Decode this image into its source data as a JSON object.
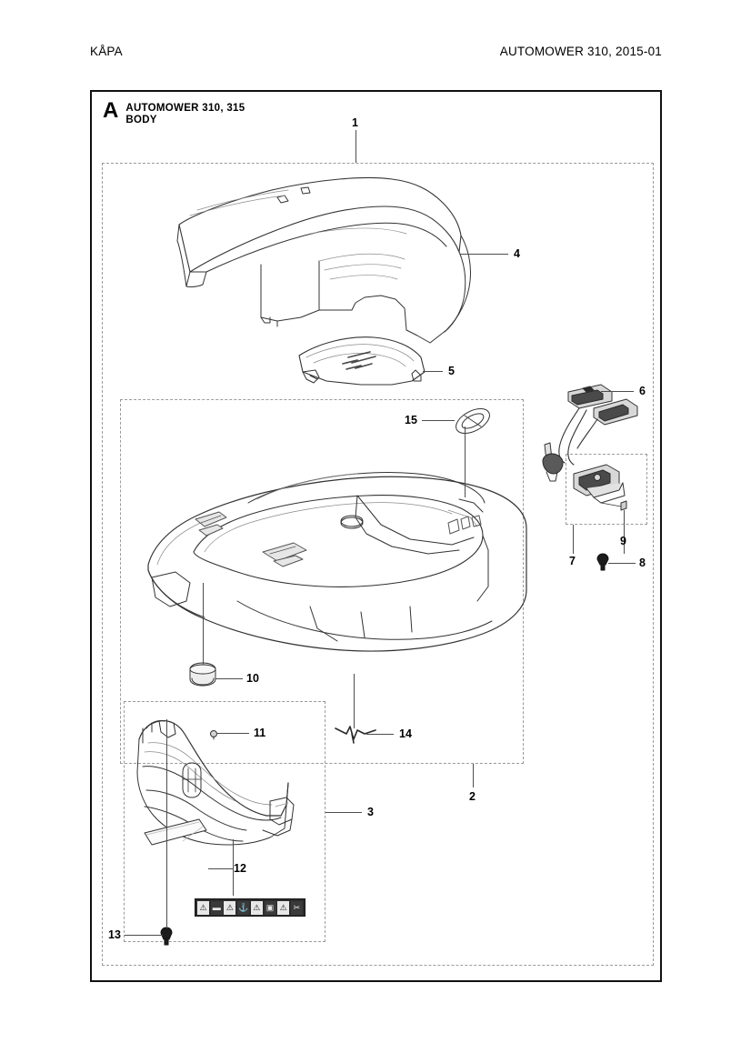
{
  "page": {
    "header_left": "KÅPA",
    "header_right": "AUTOMOWER 310, 2015-01"
  },
  "plate": {
    "section_letter": "A",
    "title_line1": "AUTOMOWER 310, 315",
    "title_line2": "BODY"
  },
  "callouts": {
    "c1": "1",
    "c2": "2",
    "c3": "3",
    "c4": "4",
    "c5": "5",
    "c6": "6",
    "c7": "7",
    "c8": "8",
    "c9": "9",
    "c10": "10",
    "c11": "11",
    "c12": "12",
    "c13": "13",
    "c14": "14",
    "c15": "15"
  },
  "parts": {
    "p1": "body-assembly-group",
    "p2": "chassis-group",
    "p3": "front-bumper-group",
    "p4": "top-cover-shell",
    "p5": "hatch-lid-husqvarna",
    "p6": "switch-sensor-assembly",
    "p7": "switch-bracket-group",
    "p8": "screw-fastener",
    "p9": "pin-fastener",
    "p10": "rubber-plug",
    "p11": "screw",
    "p12": "reflective-strip",
    "p13": "fastener-rivet",
    "p14": "wire-spring-clip",
    "p15": "oval-grommet-seal"
  },
  "decal": {
    "label": "warning-decal-strip",
    "cells": [
      "⚠",
      "▬",
      "⚠",
      "⚓",
      "⚠",
      "▣",
      "⚠",
      "✂"
    ]
  },
  "colors": {
    "frame": "#111111",
    "dashed_group": "#9a9a9a",
    "leader": "#4d4d4d",
    "line_art": "#333333",
    "decal_bg": "#2b2b2b"
  }
}
